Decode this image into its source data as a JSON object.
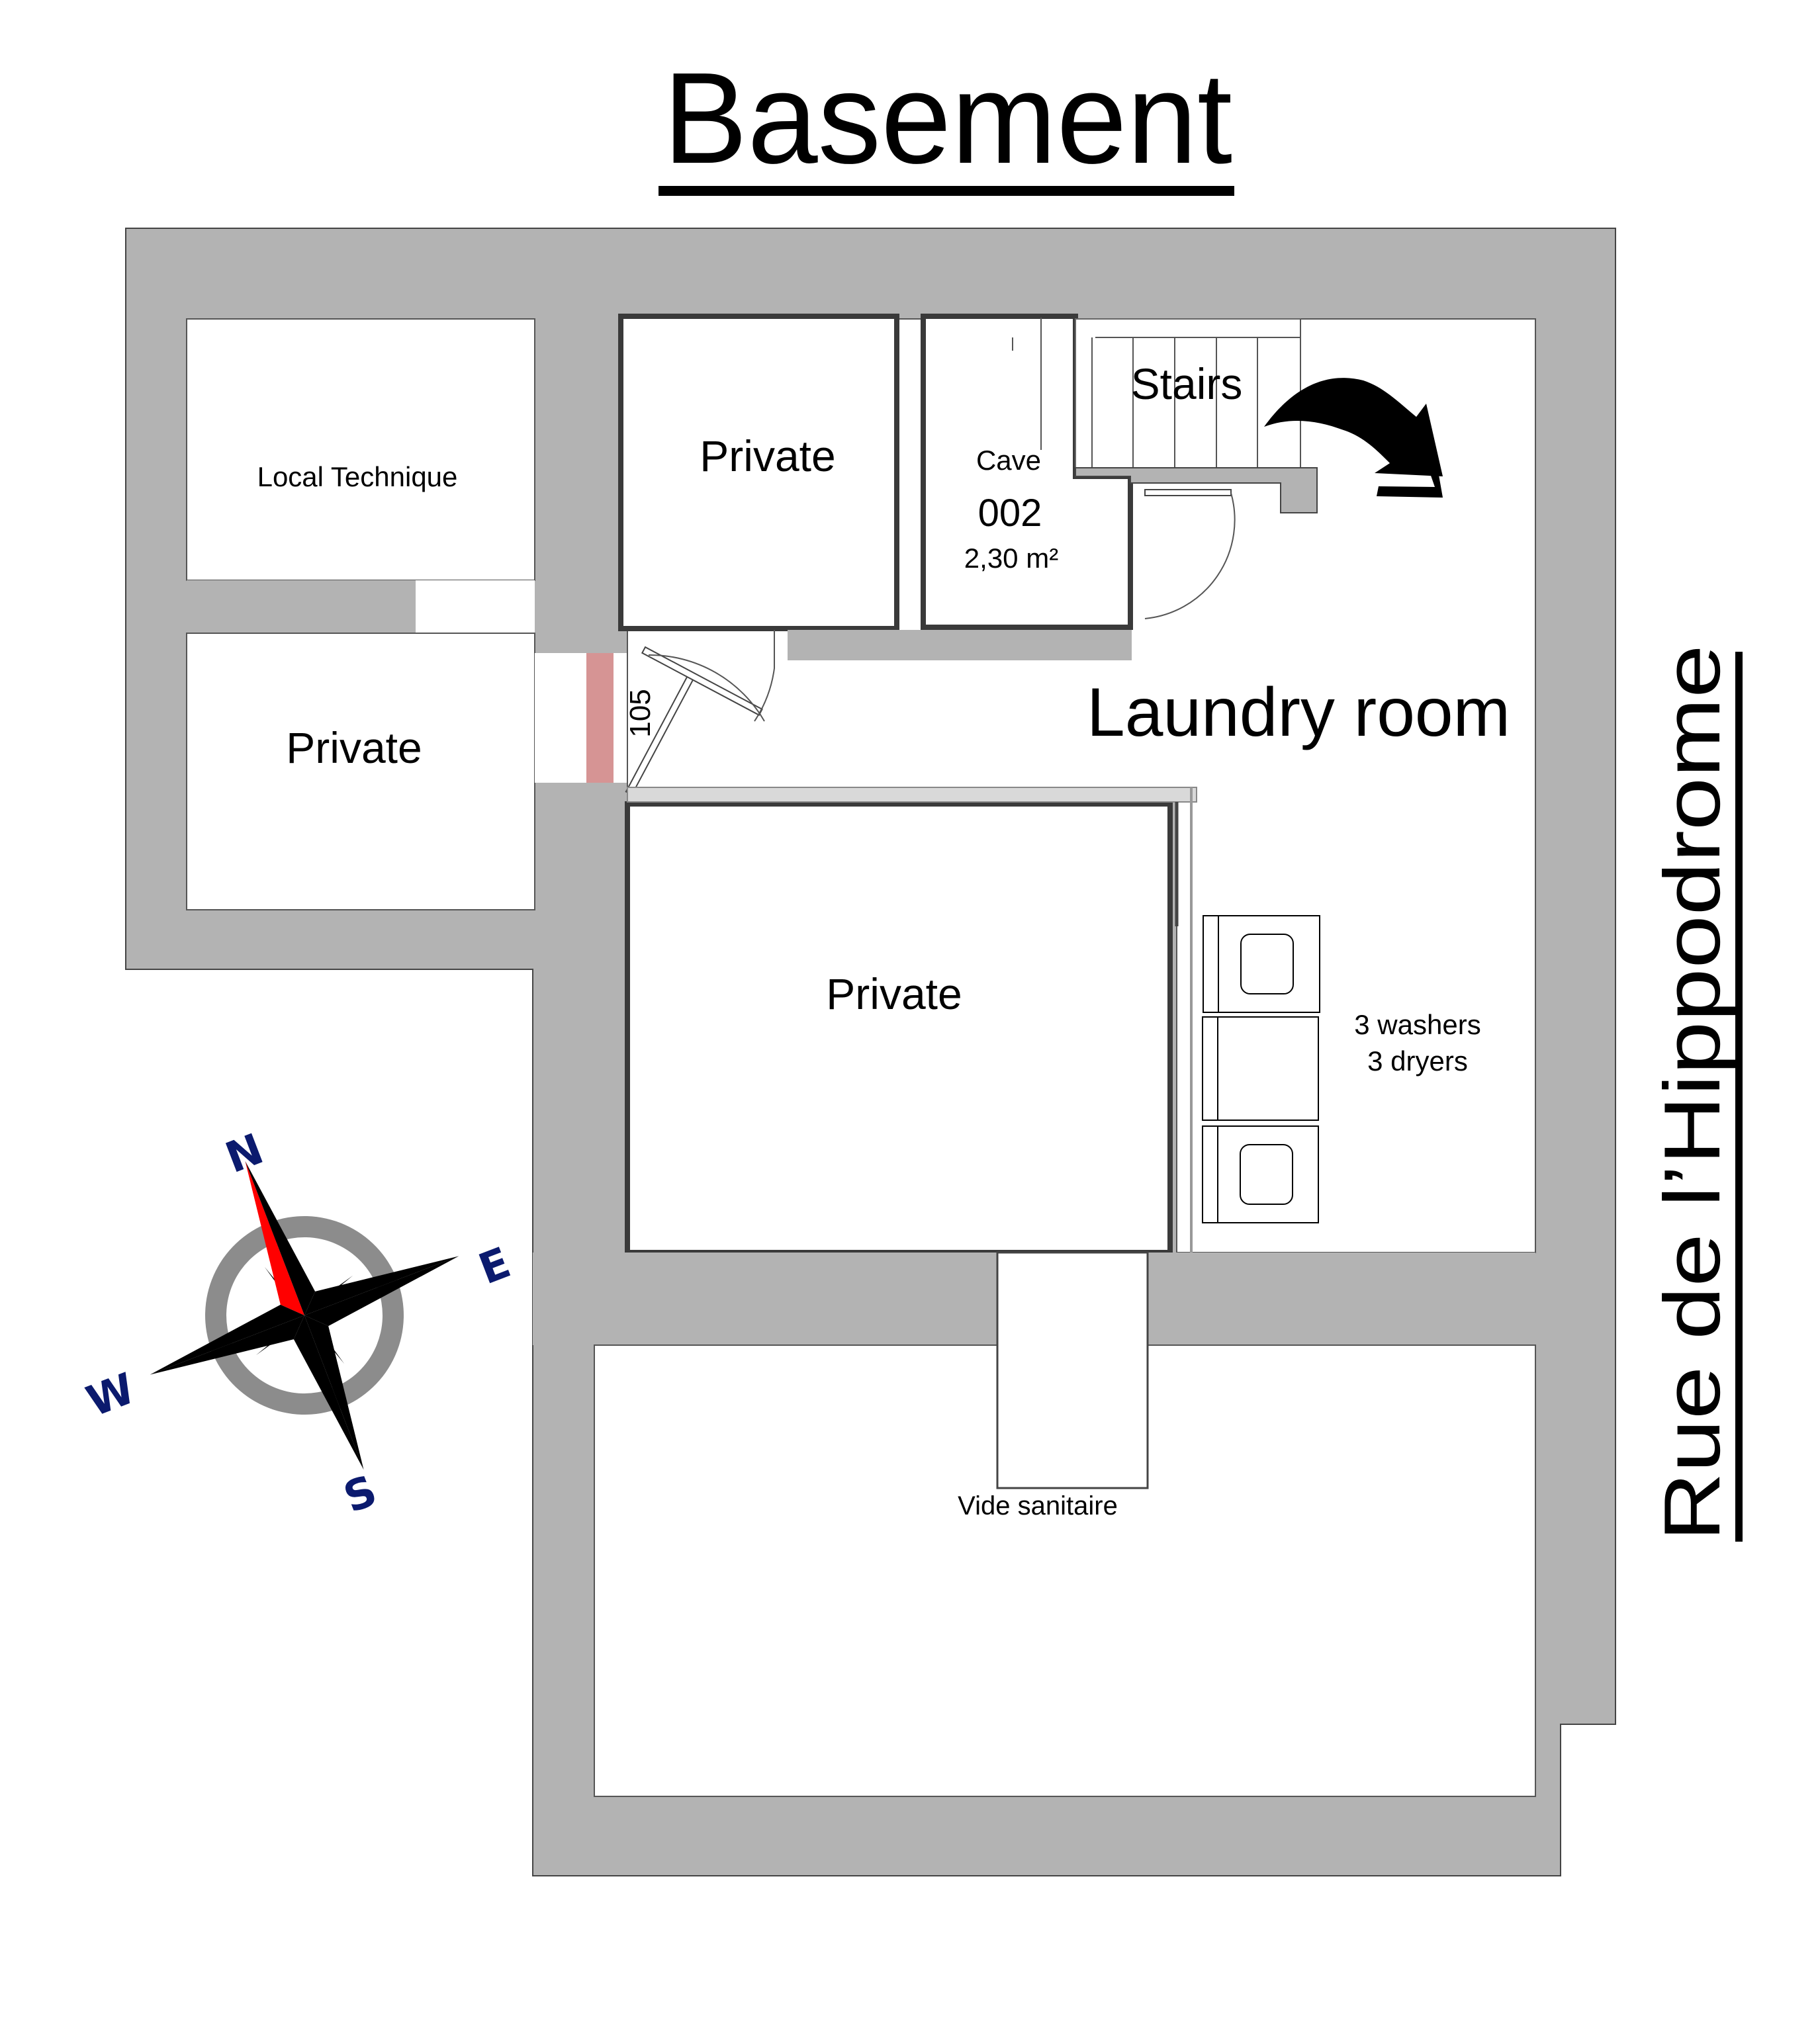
{
  "title": "Basement",
  "street": "Rue de l’Hippodrome",
  "rooms": {
    "local_technique": "Local Technique",
    "private_top": "Private",
    "private_left": "Private",
    "private_center": "Private",
    "cave_label": "Cave",
    "cave_number": "002",
    "cave_area": "2,30 m²",
    "stairs": "Stairs",
    "laundry": "Laundry room",
    "vide_sanitaire": "Vide sanitaire"
  },
  "door_number": "105",
  "appliances": {
    "line1": "3 washers",
    "line2": "3 dryers",
    "count_washers": 3,
    "count_dryers": 3
  },
  "compass": {
    "north": "N",
    "east": "E",
    "south": "S",
    "west": "W",
    "letter_color": "#0b1a6e",
    "north_needle_color": "#ff0000",
    "ring_color": "#8c8c8c"
  },
  "colors": {
    "wall": "#b3b3b3",
    "highlight": "#d69494"
  }
}
